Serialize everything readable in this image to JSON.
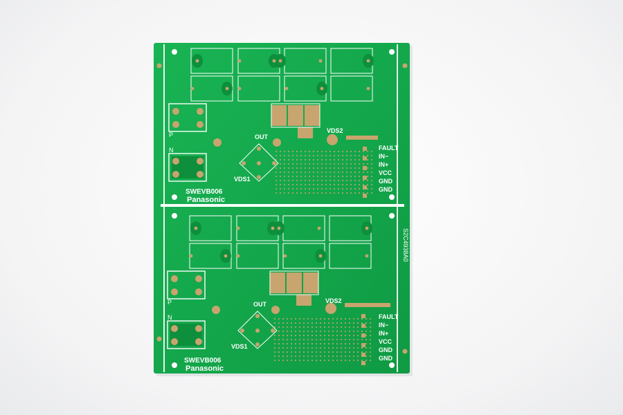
{
  "photo": {
    "subject": "Green printed circuit board panel with two identical boards on a white background",
    "board_color": "#14a84a",
    "board_dark_color": "#0d8f3c",
    "copper_color": "#c8a46e",
    "silk_color": "#ffffff",
    "background_color": "#f4f4f5"
  },
  "boards": [
    {
      "model": "SWEVB006",
      "brand": "Panasonic",
      "terminal_p": "P",
      "terminal_n": "N",
      "label_out": "OUT",
      "label_vds1": "VDS1",
      "label_vds2": "VDS2",
      "pins": [
        "FAULT",
        "IN−",
        "IN+",
        "VCC",
        "GND",
        "GND"
      ]
    },
    {
      "model": "SWEVB006",
      "brand": "Panasonic",
      "terminal_p": "P",
      "terminal_n": "N",
      "label_out": "OUT",
      "label_vds1": "VDS1",
      "label_vds2": "VDS2",
      "pins": [
        "FAULT",
        "IN−",
        "IN+",
        "VCC",
        "GND",
        "GND"
      ]
    }
  ],
  "panel_code": "S2C4938A0"
}
